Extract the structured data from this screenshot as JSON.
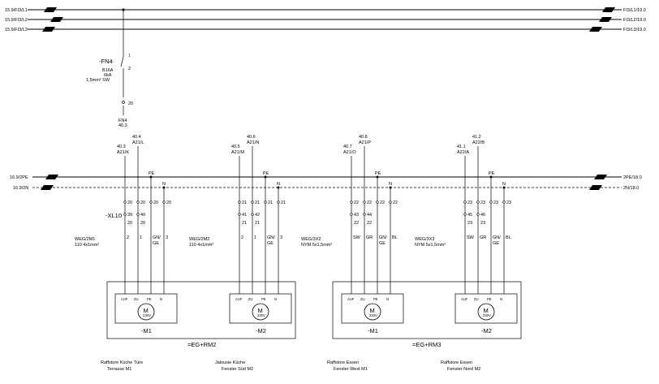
{
  "buses": {
    "l1": {
      "left": "15.9/FI3/L1",
      "right": "FI3/L1/19.0"
    },
    "l2": {
      "left": "15.9/FI3/L2",
      "right": "FI3/L2/19.0"
    },
    "l3": {
      "left": "15.9/FI3/L3",
      "right": "FI3/L3/19.0"
    },
    "pe": {
      "left": "16.9/2PE",
      "right": "2PE/18.0"
    },
    "n": {
      "left": "16.9/2N",
      "right": "2N/18.0"
    }
  },
  "breaker": {
    "name": "-FN4",
    "term_top": "1",
    "term_mid": "2",
    "rating": "B16A",
    "capacity": "6kA",
    "cable": "1,5mm² SW",
    "term_bottom": "20",
    "ref_name": "FN4",
    "ref_pos": "40.3"
  },
  "terminal_label": "-XL10",
  "refs": [
    {
      "a": "40.3",
      "b": "A21/K",
      "c": "40.4",
      "d": "A21/L"
    },
    {
      "a": "40.5",
      "b": "A21/M",
      "c": "40.6",
      "d": "A21/N"
    },
    {
      "a": "40.7",
      "b": "A21/O",
      "c": "40.8",
      "d": "A21/P"
    },
    {
      "a": "41.1",
      "b": "A22/A",
      "c": "41.2",
      "d": "A22/B"
    }
  ],
  "pe_label": "PE",
  "n_label": "N",
  "groups": [
    {
      "top": [
        "20",
        "20",
        "20",
        "20"
      ],
      "mid": [
        "39",
        "40",
        "",
        ""
      ],
      "bot": [
        "20",
        "20",
        "",
        ""
      ],
      "cable": "WEG/2M1",
      "spec": "110 4x1mm²",
      "cores": [
        "2",
        "1",
        "GN/",
        "3"
      ],
      "ge": "GE",
      "motor_terms": [
        "AUF",
        "ZU",
        "PE",
        "N"
      ],
      "motor": "-M1",
      "desc1": "Raffstore Küche Türe",
      "desc2": "Terrasse M1"
    },
    {
      "top": [
        "21",
        "21",
        "21",
        "21"
      ],
      "mid": [
        "41",
        "42",
        "",
        ""
      ],
      "bot": [
        "21",
        "21",
        "",
        ""
      ],
      "cable": "WEG/2M2",
      "spec": "110 4x1mm²",
      "cores": [
        "2",
        "1",
        "GN/",
        "3"
      ],
      "ge": "GE",
      "motor_terms": [
        "AUF",
        "ZU",
        "PE",
        "N"
      ],
      "motor": "-M2",
      "desc1": "Jalousie Küche",
      "desc2": "Fenster Süd M2"
    },
    {
      "top": [
        "22",
        "22",
        "22",
        "22"
      ],
      "mid": [
        "43",
        "44",
        "",
        ""
      ],
      "bot": [
        "22",
        "22",
        "",
        ""
      ],
      "cable": "WEG/3X2",
      "spec": "NYM 5x1,5mm²",
      "cores": [
        "SW",
        "GR",
        "GN/",
        "BL"
      ],
      "ge": "GE",
      "motor_terms": [
        "AUF",
        "ZU",
        "PE",
        "N"
      ],
      "motor": "-M1",
      "desc1": "Raffstore Essen",
      "desc2": "Fenster West M1"
    },
    {
      "top": [
        "23",
        "23",
        "23",
        "23"
      ],
      "mid": [
        "45",
        "46",
        "",
        ""
      ],
      "bot": [
        "23",
        "23",
        "",
        ""
      ],
      "cable": "WEG/3X3",
      "spec": "NYM 5x1,5mm²",
      "cores": [
        "SW",
        "GR",
        "GN/",
        "BL"
      ],
      "ge": "GE",
      "motor_terms": [
        "AUF",
        "ZU",
        "PE",
        "N"
      ],
      "motor": "-M2",
      "desc1": "Raffstore Essen",
      "desc2": "Fenster Nord M2"
    }
  ],
  "motor_symbol": "M",
  "motor_voltage": "230V",
  "location_1": "=EG+RM2",
  "location_2": "=EG+RM3"
}
